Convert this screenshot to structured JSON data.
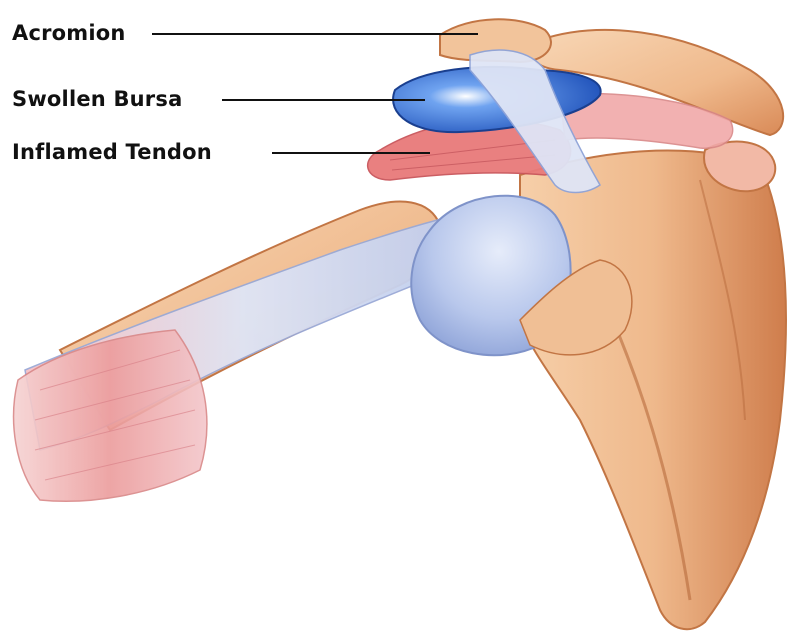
{
  "labels": {
    "acromion": "Acromion",
    "swollen_bursa": "Swollen Bursa",
    "inflamed_tendon": "Inflamed Tendon"
  },
  "colors": {
    "bone": "#f2c49b",
    "bone_shadow": "#d98a57",
    "bursa": "#2f6fd6",
    "tendon": "#c9d6ee",
    "inflamed": "#e87a7a",
    "muscle_pink": "#f1a9a9",
    "humeral_head": "#b9c8ec"
  }
}
